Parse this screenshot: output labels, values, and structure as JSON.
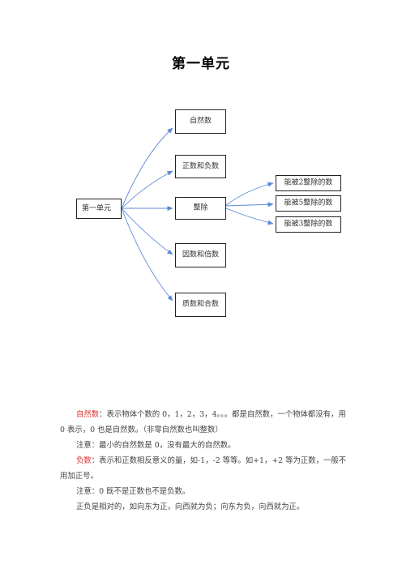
{
  "page": {
    "title": "第一单元"
  },
  "diagram": {
    "root": "第一单元",
    "branches": [
      "自然数",
      "正数和负数",
      "整除",
      "因数和倍数",
      "质数和合数"
    ],
    "sub_branches": [
      "能被2整除的数",
      "能被5整除的数",
      "能被3整除的数"
    ],
    "arrow_color": "#5b8ad6"
  },
  "content": {
    "p1_term": "自然数",
    "p1_text": "：表示物体个数的 0，1，2，3，4。。。都是自然数，一个物体都没有，用 0 表示，0 也是自然数。（非零自然数也叫整数）",
    "p2_text": "注意：最小的自然数是 0，没有最大的自然数。",
    "p3_term": "负数",
    "p3_text": "：表示和正数相反意义的量，如-1，-2 等等。如+1，+2 等为正数，一般不用加正号。",
    "p4_text": "注意：0 既不是正数也不是负数。",
    "p5_text": "正负是相对的，如向东为正，向西就为负；向东为负，向西就为正。"
  },
  "colors": {
    "term": "#e03030",
    "text": "#444444",
    "border": "#222222"
  }
}
